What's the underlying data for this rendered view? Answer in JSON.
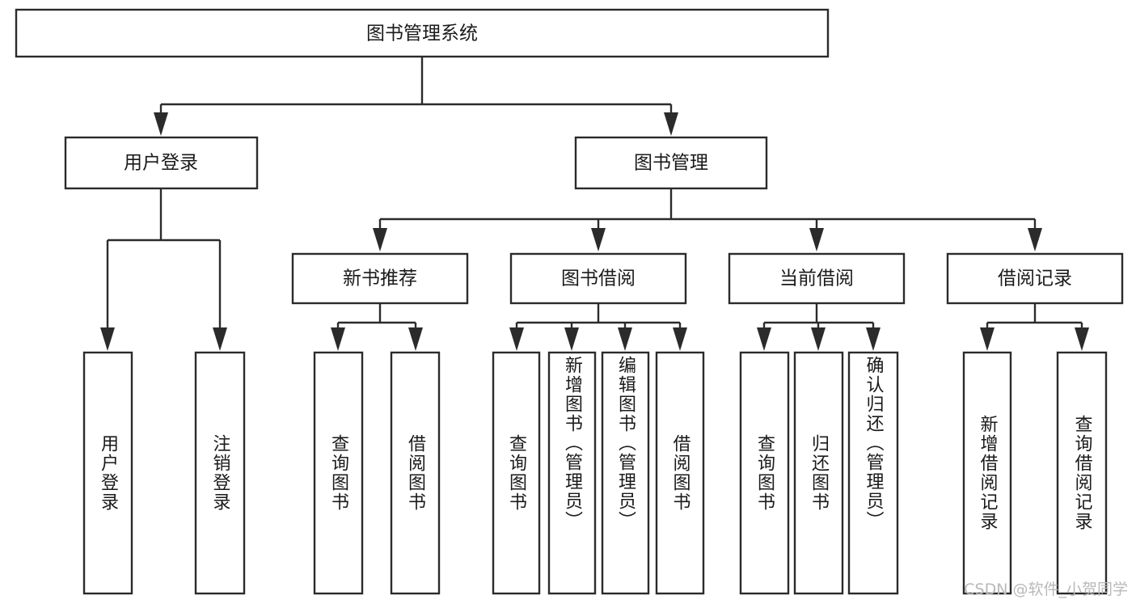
{
  "title": "图书管理系统",
  "theme": {
    "background": "#ffffff",
    "box_stroke": "#2b2b2b",
    "box_fill": "#ffffff",
    "text_color": "#1a1a1a",
    "watermark_color": "#b9b9b9"
  },
  "watermark": "CSDN @软件_小贺同学",
  "chart_data": {
    "type": "diagram",
    "diagram_kind": "tree-hierarchy",
    "title": "图书管理系统",
    "orientation": "top-down",
    "levels": 4,
    "nodes": [
      {
        "id": "root",
        "label": "图书管理系统",
        "level": 0,
        "parent": null
      },
      {
        "id": "login",
        "label": "用户登录",
        "level": 1,
        "parent": "root"
      },
      {
        "id": "bookmgmt",
        "label": "图书管理",
        "level": 1,
        "parent": "root"
      },
      {
        "id": "newbook",
        "label": "新书推荐",
        "level": 2,
        "parent": "bookmgmt"
      },
      {
        "id": "borrow",
        "label": "图书借阅",
        "level": 2,
        "parent": "bookmgmt"
      },
      {
        "id": "current",
        "label": "当前借阅",
        "level": 2,
        "parent": "bookmgmt"
      },
      {
        "id": "record",
        "label": "借阅记录",
        "level": 2,
        "parent": "bookmgmt"
      },
      {
        "id": "login-1",
        "label": "用户登录",
        "level": 2,
        "parent": "login"
      },
      {
        "id": "login-2",
        "label": "注销登录",
        "level": 2,
        "parent": "login"
      },
      {
        "id": "newbook-1",
        "label": "查询图书",
        "level": 3,
        "parent": "newbook"
      },
      {
        "id": "newbook-2",
        "label": "借阅图书",
        "level": 3,
        "parent": "newbook"
      },
      {
        "id": "borrow-1",
        "label": "查询图书",
        "level": 3,
        "parent": "borrow"
      },
      {
        "id": "borrow-2",
        "label": "新增图书（管理员）",
        "level": 3,
        "parent": "borrow"
      },
      {
        "id": "borrow-3",
        "label": "编辑图书（管理员）",
        "level": 3,
        "parent": "borrow"
      },
      {
        "id": "borrow-4",
        "label": "借阅图书",
        "level": 3,
        "parent": "borrow"
      },
      {
        "id": "current-1",
        "label": "查询图书",
        "level": 3,
        "parent": "current"
      },
      {
        "id": "current-2",
        "label": "归还图书",
        "level": 3,
        "parent": "current"
      },
      {
        "id": "current-3",
        "label": "确认归还（管理员）",
        "level": 3,
        "parent": "current"
      },
      {
        "id": "record-1",
        "label": "新增借阅记录",
        "level": 3,
        "parent": "record"
      },
      {
        "id": "record-2",
        "label": "查询借阅记录",
        "level": 3,
        "parent": "record"
      }
    ]
  },
  "nodes": {
    "root": {
      "label": "图书管理系统"
    },
    "login": {
      "label": "用户登录"
    },
    "bookmgmt": {
      "label": "图书管理"
    },
    "newbook": {
      "label": "新书推荐"
    },
    "borrow": {
      "label": "图书借阅"
    },
    "current": {
      "label": "当前借阅"
    },
    "record": {
      "label": "借阅记录"
    },
    "login_1": {
      "label": "用户登录"
    },
    "login_2": {
      "label": "注销登录"
    },
    "newbook_1": {
      "label": "查询图书"
    },
    "newbook_2": {
      "label": "借阅图书"
    },
    "borrow_1": {
      "label": "查询图书"
    },
    "borrow_2": {
      "label": "新增图书（管理员）"
    },
    "borrow_3": {
      "label": "编辑图书（管理员）"
    },
    "borrow_4": {
      "label": "借阅图书"
    },
    "current_1": {
      "label": "查询图书"
    },
    "current_2": {
      "label": "归还图书"
    },
    "current_3": {
      "label": "确认归还（管理员）"
    },
    "record_1": {
      "label": "新增借阅记录"
    },
    "record_2": {
      "label": "查询借阅记录"
    }
  }
}
